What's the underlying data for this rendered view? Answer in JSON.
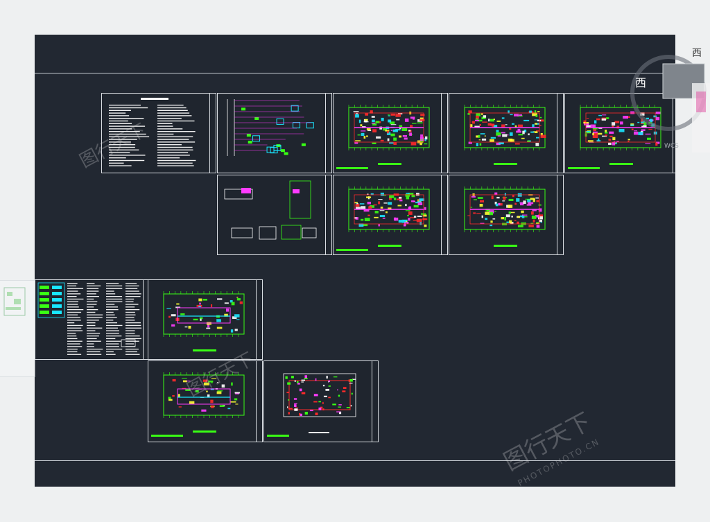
{
  "viewcube": {
    "top_label": "西",
    "side_label": "西",
    "wcs_label": "WCS"
  },
  "sheets": [
    {
      "name": "sheet-design-notes",
      "kind": "text"
    },
    {
      "name": "sheet-system-diagram",
      "kind": "diagram"
    },
    {
      "name": "sheet-floor-plan-1",
      "kind": "plan"
    },
    {
      "name": "sheet-floor-plan-2",
      "kind": "plan"
    },
    {
      "name": "sheet-floor-plan-3",
      "kind": "plan"
    },
    {
      "name": "sheet-details",
      "kind": "details"
    },
    {
      "name": "sheet-floor-plan-4",
      "kind": "plan"
    },
    {
      "name": "sheet-floor-plan-5",
      "kind": "plan"
    },
    {
      "name": "sheet-equipment-table",
      "kind": "table"
    },
    {
      "name": "sheet-floor-plan-6",
      "kind": "plan2"
    },
    {
      "name": "sheet-floor-plan-7",
      "kind": "plan2"
    },
    {
      "name": "sheet-floor-plan-8",
      "kind": "plan3"
    }
  ],
  "colors": {
    "background": "#222832",
    "sheet_border": "#d9dde2",
    "cad_green": "#39ff14",
    "cad_red": "#ff2a2a",
    "cad_cyan": "#19e6ff",
    "cad_magenta": "#ff3cff",
    "cad_yellow": "#ffff33"
  },
  "watermark": {
    "brand": "图行天下",
    "url": "PHOTOPHOTO.CN"
  }
}
